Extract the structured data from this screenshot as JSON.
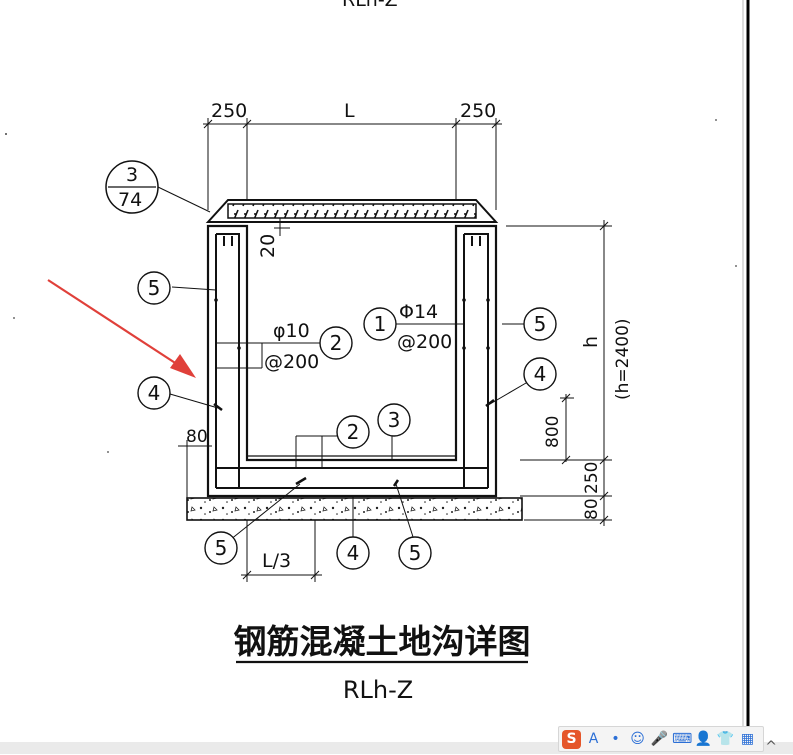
{
  "top_cut_text": "RLh-Z",
  "dims": {
    "left_wall": "250",
    "span": "L",
    "right_wall": "250",
    "cover_gap": "20",
    "height": "h",
    "height_note": "(h=2400)",
    "bar_height": "800",
    "base_slab": "250",
    "bedding": "80",
    "bedding_left": "80",
    "third": "L/3"
  },
  "detail_ref": {
    "top": "3",
    "bottom": "74"
  },
  "rebar": {
    "bar10": "φ10",
    "spacing10": "@200",
    "bar14": "Φ14",
    "spacing14": "@200"
  },
  "markers": [
    "5",
    "2",
    "1",
    "5",
    "4",
    "4",
    "2",
    "3",
    "5",
    "4",
    "5"
  ],
  "title": "钢筋混凝土地沟详图",
  "code": "RLh-Z",
  "ime_toolbar": {
    "items": [
      "S",
      "A",
      "•",
      "☺",
      "🎤",
      "⌨",
      "👤",
      "👕",
      "▦"
    ]
  },
  "colors": {
    "ink": "#111111",
    "arrow": "#e0403a",
    "background": "#ffffff"
  }
}
